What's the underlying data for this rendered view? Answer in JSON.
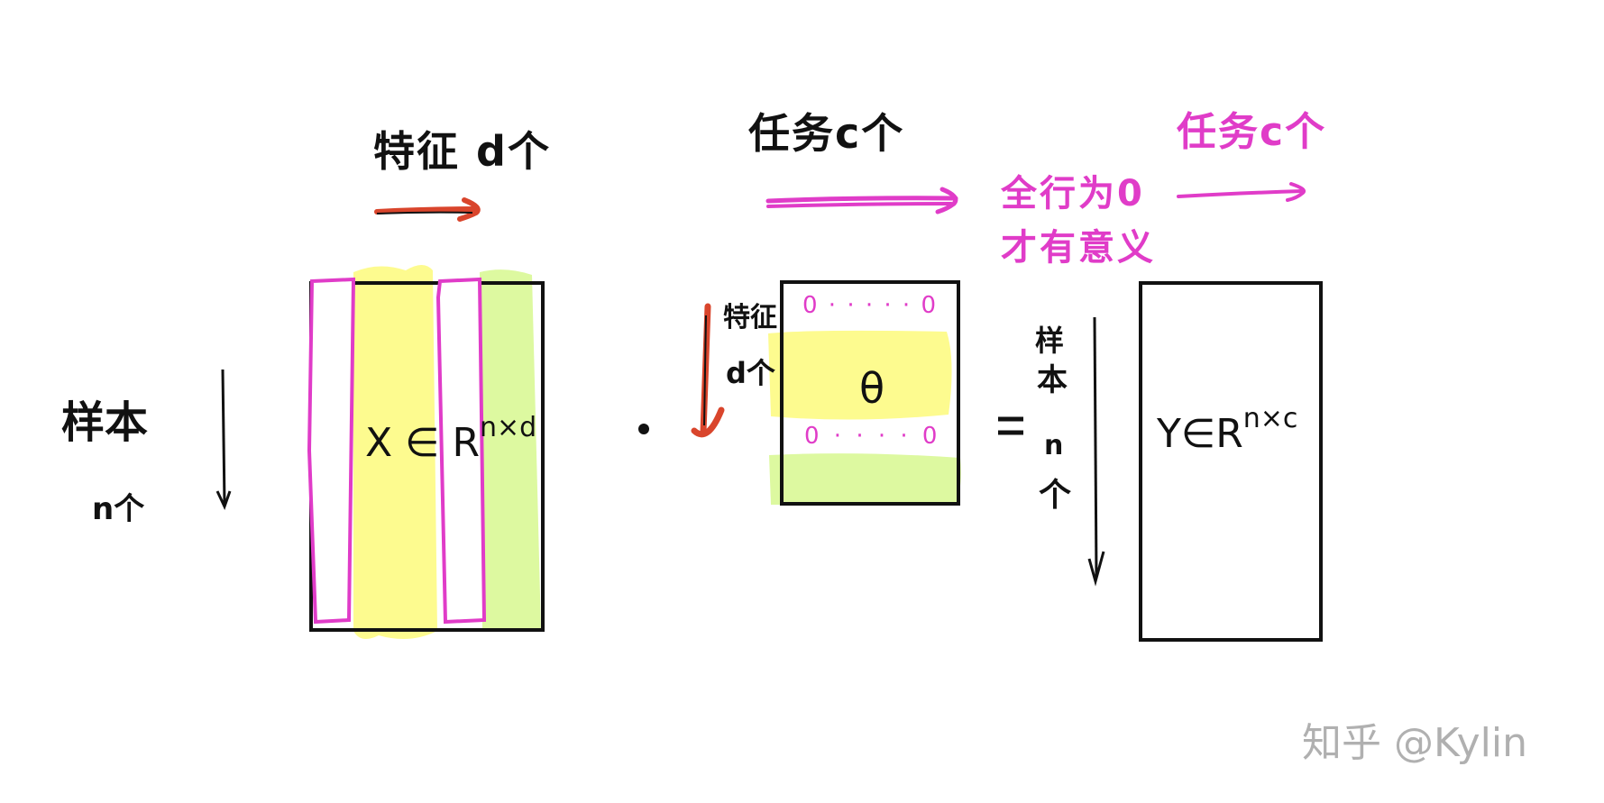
{
  "diagram": {
    "description": "Hand-drawn matrix multiplication X · Θ = Y for multi-task feature selection",
    "colors": {
      "ink": "#111111",
      "pink": "#e03cc8",
      "red_arrow": "#d9452c",
      "yellow_highlight": "#fdfb8f",
      "green_highlight": "#ddf9a0",
      "watermark": "#b0b0b0"
    },
    "x_matrix": {
      "top_label": "特征 d个",
      "side_label_line1": "样本",
      "side_label_line2": "n个",
      "symbol": "X ∈ R",
      "superscript": "n×d"
    },
    "operator_dot": "·",
    "theta_matrix": {
      "top_label": "任务c个",
      "side_label_line1": "特征",
      "side_label_line2": "d个",
      "center_symbol": "θ",
      "zero_row_top": "0 · · · · · 0",
      "zero_row_bottom": "0 · · · · 0"
    },
    "annotation": {
      "line1": "全行为0",
      "line2": "才有意义"
    },
    "equals": "=",
    "y_matrix": {
      "top_label": "任务c个",
      "side_label_line1": "样",
      "side_label_line2": "本",
      "side_label_line3": "n",
      "side_label_line4": "个",
      "symbol": "Y∈R",
      "superscript": "n×c"
    },
    "watermark": "知乎 @Kylin"
  }
}
